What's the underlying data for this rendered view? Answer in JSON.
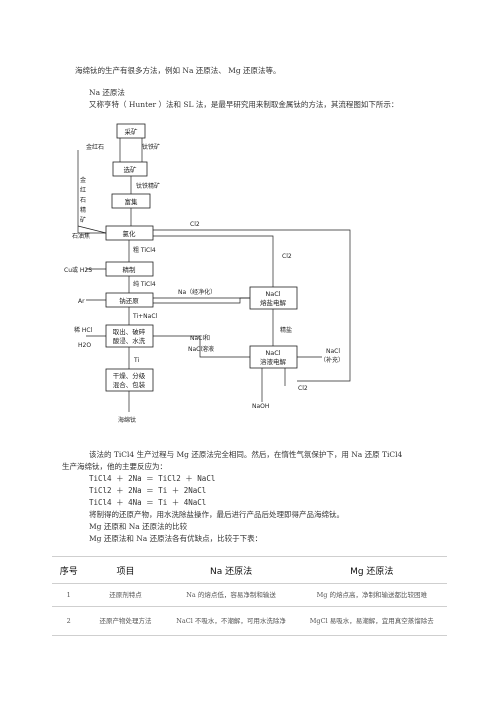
{
  "intro": "海绵钛的生产有很多方法，例如 Na 还原法、 Mg 还原法等。",
  "section_title": "Na 还原法",
  "section_desc": "又称亨特（ Hunter ）法和 SL 法，是最早研究用来制取金属钛的方法，其流程图如下所示：",
  "flow": {
    "boxes": {
      "mining": "采矿",
      "beneficiation": "选矿",
      "enrichment": "富集",
      "chlorination": "氯化",
      "refining": "精制",
      "reduction": "钠还原",
      "leaching": [
        "取出、破碎",
        "酸浸、水洗"
      ],
      "drying": [
        "干燥、分级",
        "混合、包装"
      ],
      "electrolysis_melt": [
        "NaCl",
        "熔盐电解"
      ],
      "electrolysis_solution": [
        "NaCl",
        "溶液电解"
      ]
    },
    "labels": {
      "rutile": "金红石",
      "ilmenite": "钛铁矿",
      "ilmenite_concentrate": "钛铁精矿",
      "vertical_rutile": [
        "金",
        "红",
        "石",
        "精",
        "矿"
      ],
      "petroleum_coke": "石油焦",
      "cl2_top": "Cl2",
      "crude_ticl4": "粗 TiCl4",
      "cu_h2s": "Cu或 H2S",
      "pure_ticl4": "纯 TiCl4",
      "na_purified": "Na（经净化）",
      "cl2_mid": "Cl2",
      "ar": "Ar",
      "ti_nacl": "Ti+NaCl",
      "dilute_hcl": "稀 HCl",
      "h2o": "H2O",
      "nacl_and": "NaCl和",
      "nacl_solution": "NaCl溶液",
      "refined_salt": "精盐",
      "nacl_makeup": [
        "NaCl",
        "（补充）"
      ],
      "ti": "Ti",
      "cl2_bottom": "Cl2",
      "naoh": "NaOH",
      "sponge_ti": "海绵钛"
    }
  },
  "para1": "该法的 TiCl4 生产过程与 Mg 还原法完全相同。然后，在惰性气氛保护下，用 Na 还原 TiCl4",
  "para1b": "生产海绵钛，他的主要反应为：",
  "equations": [
    "TiCl4 ＋ 2Na ＝ TiCl2 ＋ NaCl",
    "TiCl2 ＋ 2Na ＝ Ti ＋ 2NaCl",
    "TiCl4 ＋ 4Na ＝ Ti ＋ 4NaCl"
  ],
  "para2": "将制得的还原产物，用水洗除盐操作，最后进行产品后处理即得产品海绵钛。",
  "para3": "Mg 还原和 Na 还原法的比较",
  "para4": "Mg 还原法和 Na 还原法各有优缺点，比较于下表：",
  "table": {
    "headers": [
      "序号",
      "项目",
      "Na 还原法",
      "Mg 还原法"
    ],
    "rows": [
      [
        "1",
        "还原剂特点",
        "Na 的熔点低，容易净制和输送",
        "Mg 的熔点高，净制和输送都比较困难"
      ],
      [
        "2",
        "还原产物处理方法",
        "NaCl 不吸水，不潮解，可用水洗除净",
        "MgCl 易吸水，易潮解，宜用真空蒸馏除去"
      ]
    ]
  }
}
